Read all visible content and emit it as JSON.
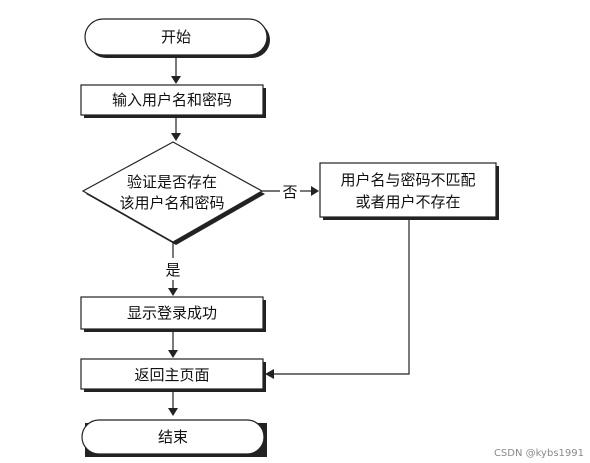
{
  "diagram": {
    "nodes": {
      "start": "开始",
      "input": "输入用户名和密码",
      "check_line1": "验证是否存在",
      "check_line2": "该用户名和密码",
      "error_line1": "用户名与密码不匹配",
      "error_line2": "或者用户不存在",
      "success": "显示登录成功",
      "home": "返回主页面",
      "end": "结束"
    },
    "edges": {
      "no_label": "否",
      "yes_label": "是"
    }
  },
  "watermark": "CSDN @kybs1991"
}
